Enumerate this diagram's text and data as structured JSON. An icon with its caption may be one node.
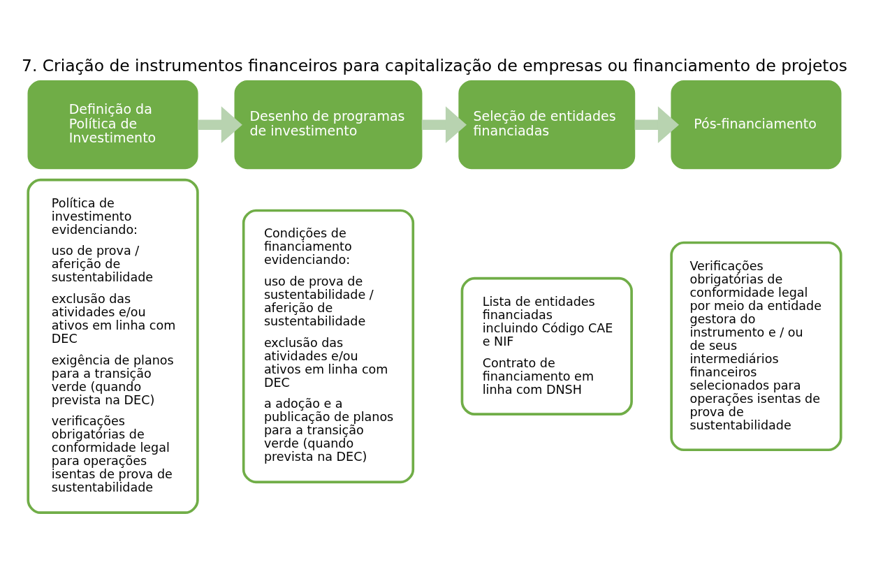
{
  "diagram": {
    "title": "7. Criação de instrumentos financeiros para capitalização de empresas ou financiamento de projetos",
    "nodes": [
      {
        "text": [
          "Definição da Política de Investimento"
        ]
      },
      {
        "text": [
          "Política de investimento evidenciando:",
          "uso de prova / aferição de sustentabilidade",
          "exclusão das atividades e/ou ativos em linha com DEC",
          "exigência de planos para a transição verde (quando prevista na DEC)",
          "verificações obrigatórias de conformidade legal para operações isentas de prova de sustentabilidade"
        ]
      },
      {
        "text": [
          "Desenho de programas de investimento"
        ]
      },
      {
        "text": [
          "Condições de financiamento evidenciando:",
          "uso de prova de sustentabilidade / aferição de sustentabilidade",
          "exclusão das atividades e/ou ativos em linha com DEC",
          "a adoção e a publicação de planos para a transição verde (quando prevista na DEC)"
        ]
      },
      {
        "text": [
          "Seleção de entidades financiadas"
        ]
      },
      {
        "text": [
          "Lista de entidades financiadas incluindo Código CAE e NIF",
          "Contrato de financiamento em linha com DNSH"
        ]
      },
      {
        "text": [
          "Pós-financiamento"
        ]
      },
      {
        "text": [
          "Verificações obrigatórias de conformidade legal por meio da entidade gestora do instrumento e / ou de seus intermediários financeiros selecionados para operações isentas de prova de sustentabilidade"
        ]
      }
    ],
    "edges": [
      {
        "from": 0,
        "to": 2,
        "arrow": "to"
      },
      {
        "from": 2,
        "to": 4,
        "arrow": "to"
      },
      {
        "from": 4,
        "to": 6,
        "arrow": "to"
      }
    ]
  }
}
